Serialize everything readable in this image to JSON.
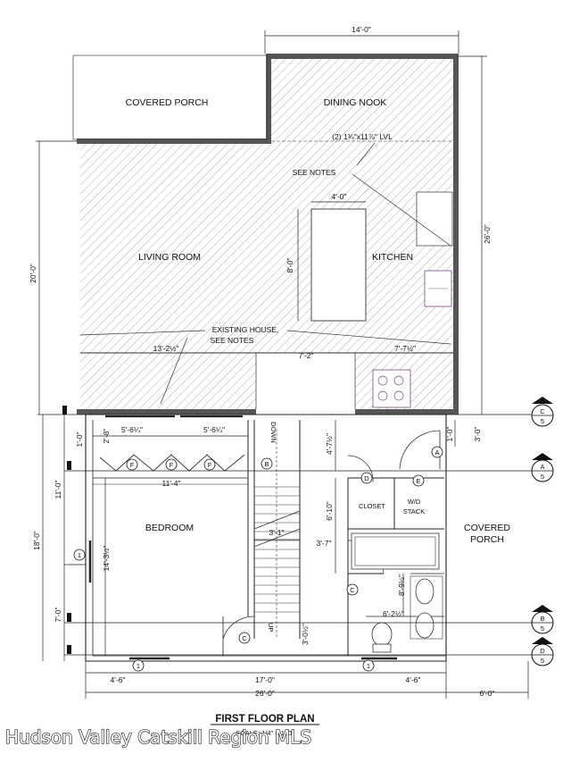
{
  "plan": {
    "title": "FIRST FLOOR PLAN",
    "scale_note": "SCALE: 1/4\" = 1'-0\"",
    "watermark": "Hudson Valley Catskill Region MLS"
  },
  "rooms": {
    "covered_porch_top": "COVERED PORCH",
    "dining_nook": "DINING NOOK",
    "living_room": "LIVING ROOM",
    "kitchen": "KITCHEN",
    "bedroom": "BEDROOM",
    "closet": "CLOSET",
    "wd_stack_line1": "W/D",
    "wd_stack_line2": "STACK",
    "covered_porch_right_line1": "COVERED",
    "covered_porch_right_line2": "PORCH",
    "stair_down": "DOWN",
    "stair_up": "UP"
  },
  "notes": {
    "lvl": "(2) 1¾\"x11⅞\" LVL",
    "see_notes": "SEE NOTES",
    "existing_line1": "EXISTING HOUSE,",
    "existing_line2": "SEE NOTES"
  },
  "dimensions": {
    "top_width": "14'-0\"",
    "right_height": "26'-0\"",
    "left_upper": "20'-0\"",
    "island_width": "4'-0\"",
    "island_length": "8'-0\"",
    "living_span": "13'-2½\"",
    "kitchen_span": "7'-7½\"",
    "mid_span": "7'-2\"",
    "bed_upper_left": "5'-6¼\"",
    "bed_upper_right": "5'-6¼\"",
    "bed_small_a": "1'-0\"",
    "bed_small_b": "2'-8\"",
    "bed_width": "11'-4\"",
    "bed_depth": "14'-3½\"",
    "left_11": "11'-0\"",
    "left_18": "18'-0\"",
    "left_7": "7'-0\"",
    "stair_width": "3'-1\"",
    "stair_run": "3'-7\"",
    "closet_h": "6'-10\"",
    "hall_h": "4'-7½\"",
    "bath_w": "8'-9½\"",
    "bath_small": "6'-2½\"",
    "right_1": "1'-0\"",
    "right_3": "3'-0\"",
    "landing": "3'-0½\"",
    "bottom_left": "4'-6\"",
    "bottom_mid": "17'-0\"",
    "bottom_right": "4'-6\"",
    "bottom_total": "26'-0\"",
    "bottom_porch": "6'-0\""
  },
  "markers": {
    "sec_a_letter": "A",
    "sec_a_num": "5",
    "sec_b_letter": "B",
    "sec_b_num": "5",
    "sec_c_letter": "C",
    "sec_c_num": "5",
    "sec_d_letter": "D",
    "sec_d_num": "5",
    "door_a": "A",
    "door_b": "B",
    "door_c1": "C",
    "door_c2": "C",
    "door_d": "D",
    "door_e": "E",
    "window_f1": "F",
    "window_f2": "F",
    "window_f3": "F",
    "grid_1_left": "1",
    "grid_1_bottom_left": "1",
    "grid_1_bottom_right": "1"
  },
  "colors": {
    "wall_existing": "#555555",
    "hatch": "#9a9a9a",
    "line": "#222222"
  }
}
